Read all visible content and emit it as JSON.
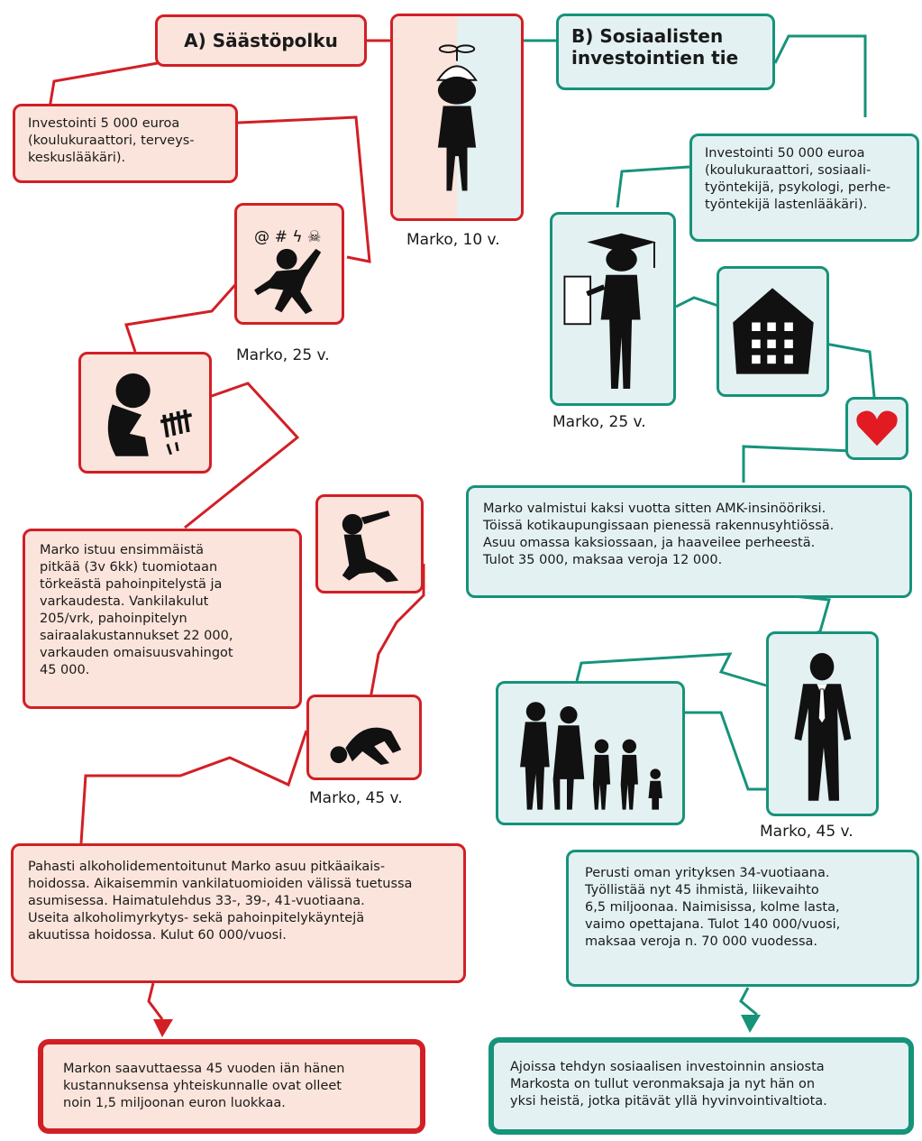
{
  "path_a": {
    "title": "A) Säästöpolku",
    "invest": "Investointi 5 000 euroa\n(koulukuraattori, terveys-\nkeskuslääkäri).",
    "caption_25": "Marko, 25 v.",
    "prison": "Marko istuu ensimmäistä\npitkää (3v 6kk) tuomiotaan\ntörkeästä pahoinpitelystä ja\nvarkaudesta. Vankilakulut\n205/vrk, pahoinpitelyn\nsairaalakustannukset 22 000,\nvarkauden omaisuusvahingot\n45 000.",
    "caption_45": "Marko, 45 v.",
    "care": "Pahasti alkoholidementoitunut Marko asuu pitkäaikais-\nhoidossa. Aikaisemmin vankilatuomioiden välissä tuetussa\nasumisessa. Haimatulehdus 33-, 39-, 41-vuotiaana.\nUseita alkoholimyrkytys- sekä pahoinpitelykäyntejä\nakuutissa hoidossa. Kulut 60 000/vuosi.",
    "final": "Markon saavuttaessa 45 vuoden iän hänen\nkustannuksensa yhteiskunnalle ovat olleet\nnoin 1,5 miljoonan euron luokkaa."
  },
  "center": {
    "caption_10": "Marko, 10 v."
  },
  "path_b": {
    "title": "B) Sosiaalisten\ninvestointien tie",
    "invest": "Investointi 50 000 euroa\n(koulukuraattori, sosiaali-\ntyöntekijä, psykologi, perhe-\ntyöntekijä lastenlääkäri).",
    "caption_25": "Marko, 25 v.",
    "engineer": "Marko valmistui kaksi vuotta sitten AMK-insinööriksi.\nTöissä kotikaupungissaan pienessä rakennusyhtiössä.\nAsuu omassa kaksiossaan, ja haaveilee perheestä.\nTulot 35 000, maksaa veroja 12 000.",
    "caption_45": "Marko, 45 v.",
    "entrepreneur": "Perusti oman yrityksen 34-vuotiaana.\nTyöllistää nyt 45 ihmistä, liikevaihto\n6,5 miljoonaa. Naimisissa, kolme lasta,\nvaimo opettajana. Tulot 140 000/vuosi,\nmaksaa veroja n. 70 000 vuodessa.",
    "final": "Ajoissa tehdyn sosiaalisen investoinnin ansiosta\nMarkosta on tullut veronmaksaja ja nyt hän on\nyksi heistä, jotka pitävät yllä hyvinvointivaltiota."
  },
  "colors": {
    "red": "#d21f26",
    "red_fill": "#fbe4db",
    "green": "#16937a",
    "green_fill": "#e3f1f2"
  },
  "icons": [
    "boy-with-propeller-cap-icon",
    "angry-person-icon",
    "crouching-prisoner-icon",
    "drinking-person-icon",
    "collapsed-person-icon",
    "graduate-icon",
    "house-icon",
    "heart-icon",
    "businessman-icon",
    "family-icon"
  ]
}
